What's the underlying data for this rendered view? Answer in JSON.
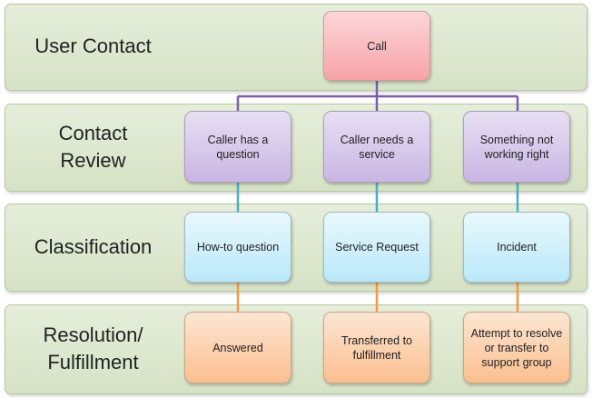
{
  "lanes": [
    {
      "label": "User Contact"
    },
    {
      "label": "Contact\nReview"
    },
    {
      "label": "Classification"
    },
    {
      "label": "Resolution/\nFulfillment"
    }
  ],
  "nodes": {
    "call": "Call",
    "review": [
      "Caller has a question",
      "Caller needs a service",
      "Something not working right"
    ],
    "classification": [
      "How-to question",
      "Service Request",
      "Incident"
    ],
    "resolution": [
      "Answered",
      "Transferred to fulfillment",
      "Attempt to resolve or transfer to support group"
    ]
  },
  "colors": {
    "lane_fill": "#dde7cf",
    "call_fill": "#f9b9bd",
    "review_fill": "#d4c6ea",
    "classification_fill": "#c9eefb",
    "resolution_fill": "#fccfa9",
    "connector_purple": "#7b5fa6",
    "connector_teal": "#4bacc6",
    "connector_orange": "#f79646"
  }
}
